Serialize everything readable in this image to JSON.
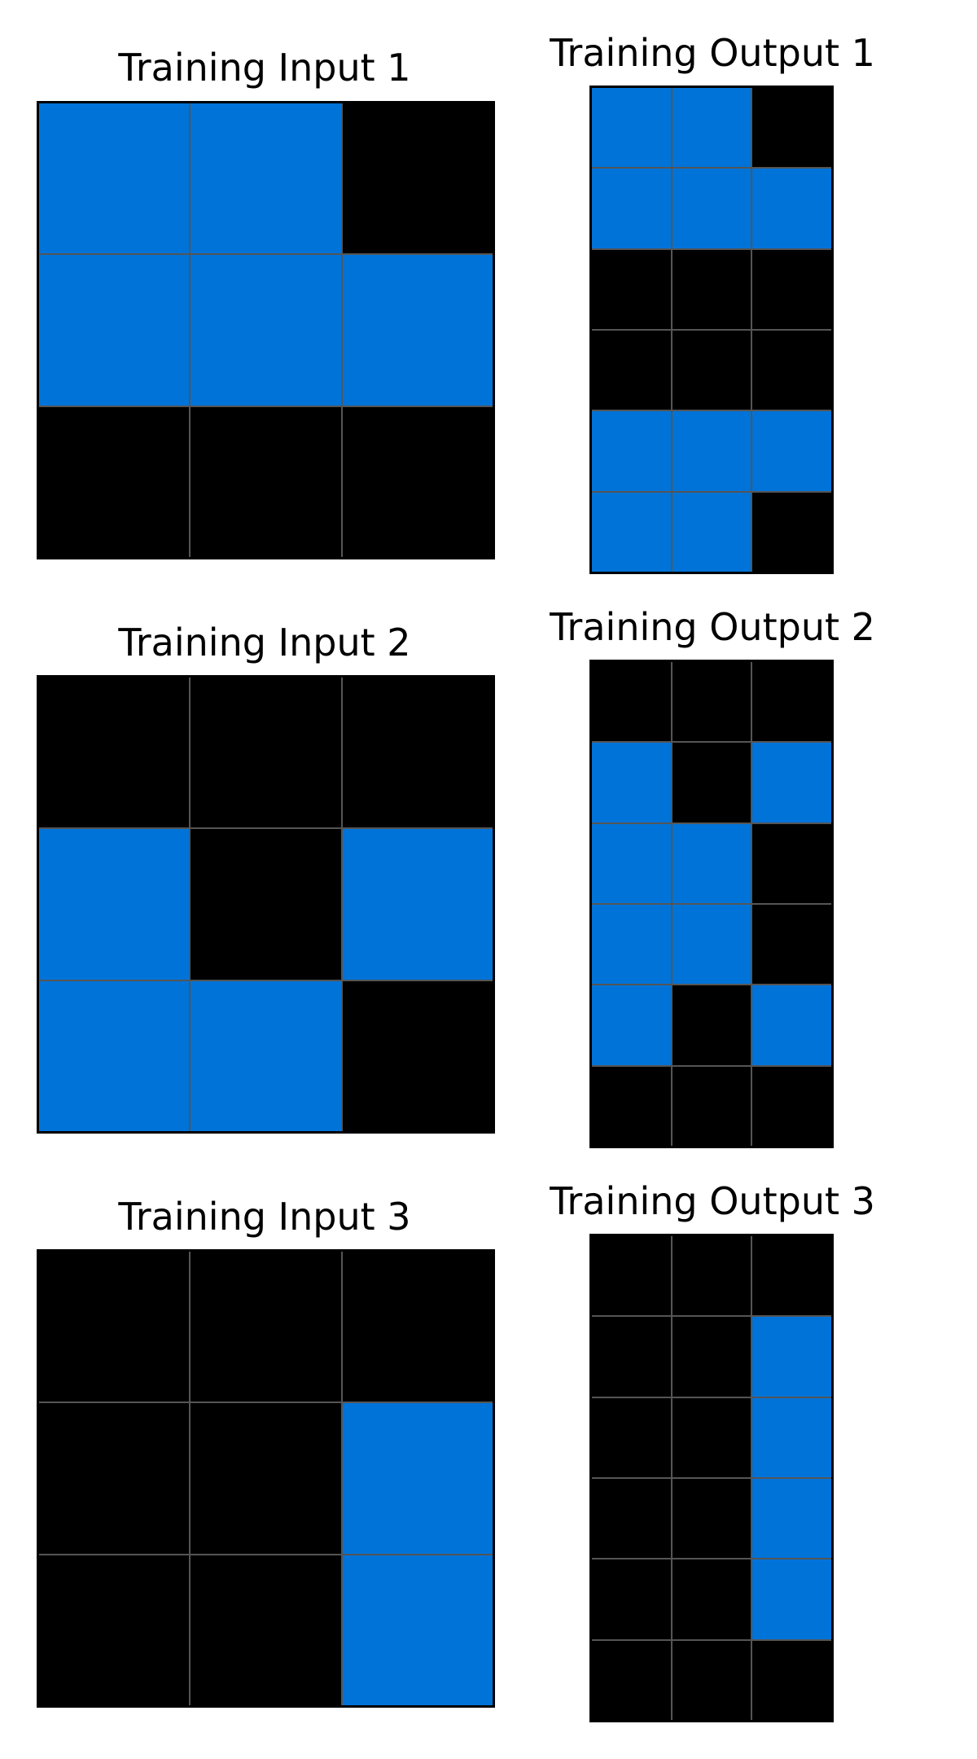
{
  "colors": {
    "0": "#000000",
    "1": "#0073D9"
  },
  "panels": [
    {
      "title": "Training Input 1",
      "grid": [
        [
          1,
          1,
          0
        ],
        [
          1,
          1,
          1
        ],
        [
          0,
          0,
          0
        ]
      ]
    },
    {
      "title": "Training Output 1",
      "grid": [
        [
          1,
          1,
          0
        ],
        [
          1,
          1,
          1
        ],
        [
          0,
          0,
          0
        ],
        [
          0,
          0,
          0
        ],
        [
          1,
          1,
          1
        ],
        [
          1,
          1,
          0
        ]
      ]
    },
    {
      "title": "Training Input 2",
      "grid": [
        [
          0,
          0,
          0
        ],
        [
          1,
          0,
          1
        ],
        [
          1,
          1,
          0
        ]
      ]
    },
    {
      "title": "Training Output 2",
      "grid": [
        [
          0,
          0,
          0
        ],
        [
          1,
          0,
          1
        ],
        [
          1,
          1,
          0
        ],
        [
          1,
          1,
          0
        ],
        [
          1,
          0,
          1
        ],
        [
          0,
          0,
          0
        ]
      ]
    },
    {
      "title": "Training Input 3",
      "grid": [
        [
          0,
          0,
          0
        ],
        [
          0,
          0,
          1
        ],
        [
          0,
          0,
          1
        ]
      ]
    },
    {
      "title": "Training Output 3",
      "grid": [
        [
          0,
          0,
          0
        ],
        [
          0,
          0,
          1
        ],
        [
          0,
          0,
          1
        ],
        [
          0,
          0,
          1
        ],
        [
          0,
          0,
          1
        ],
        [
          0,
          0,
          0
        ]
      ]
    }
  ]
}
